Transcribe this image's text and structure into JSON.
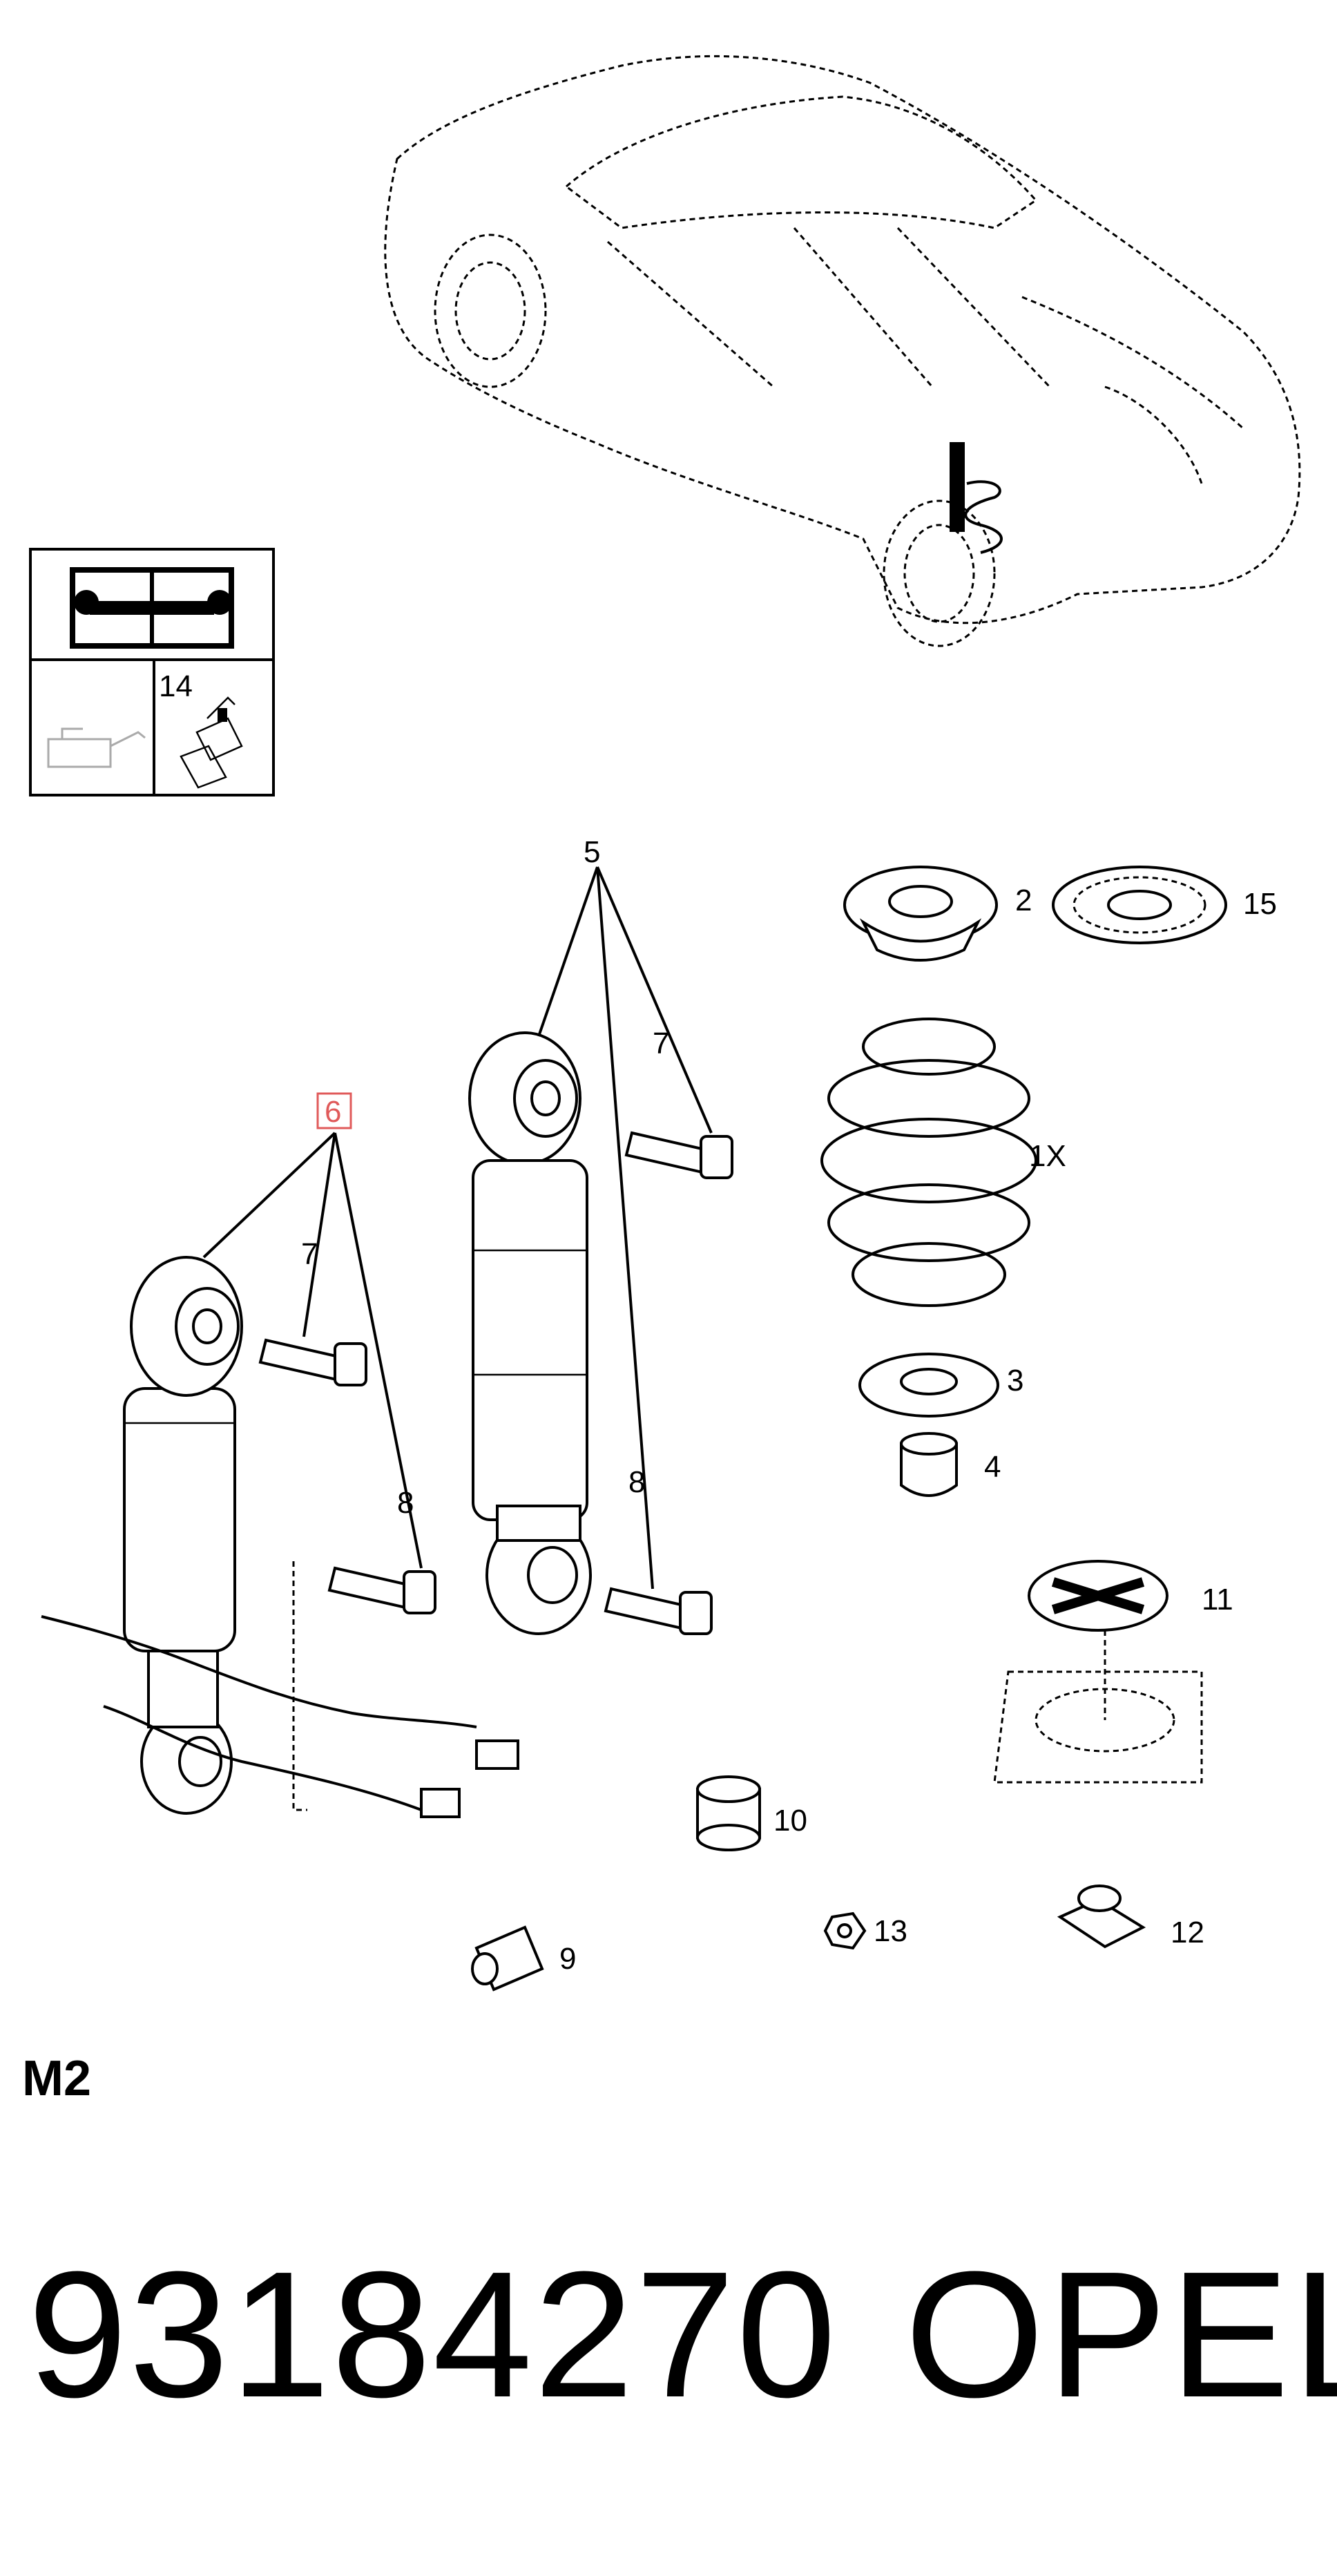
{
  "callouts": {
    "c1x": "1X",
    "c2": "2",
    "c3": "3",
    "c4": "4",
    "c5": "5",
    "c6": "6",
    "c7a": "7",
    "c7b": "7",
    "c8a": "8",
    "c8b": "8",
    "c9": "9",
    "c10": "10",
    "c11": "11",
    "c12": "12",
    "c13": "13",
    "c14": "14",
    "c15": "15"
  },
  "highlight_color": "#e05a5a",
  "icons": [
    "repair-manual-icon",
    "oil-can-icon",
    "adhesive-bottle-icon"
  ],
  "footer": {
    "section_code": "M2",
    "part_number": "93184270",
    "brand": "OPEL"
  }
}
